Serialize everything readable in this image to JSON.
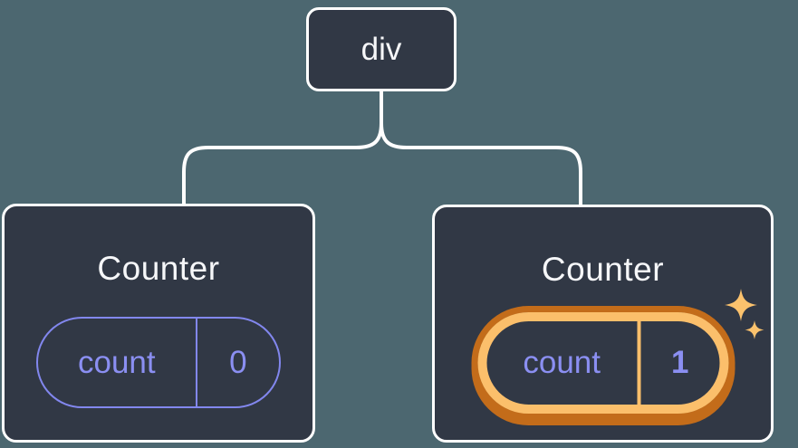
{
  "diagram": {
    "description": "React component tree with preserved state",
    "root": {
      "label": "div"
    },
    "children": [
      {
        "title": "Counter",
        "state": {
          "key": "count",
          "value": "0"
        },
        "highlighted": false
      },
      {
        "title": "Counter",
        "state": {
          "key": "count",
          "value": "1"
        },
        "highlighted": true
      }
    ],
    "icons": {
      "sparkle": "four-pointed-star"
    },
    "colors": {
      "background": "#4c6770",
      "node_fill": "#313845",
      "node_border": "#ffffff",
      "connector": "#ffffff",
      "text_primary": "#f6f7f9",
      "state_accent": "#8287ee",
      "state_text": "#8b8ff2",
      "highlight_outer": "#c36c1a",
      "highlight_inner": "#fbbf6b",
      "sparkle": "#fbc26d"
    }
  }
}
